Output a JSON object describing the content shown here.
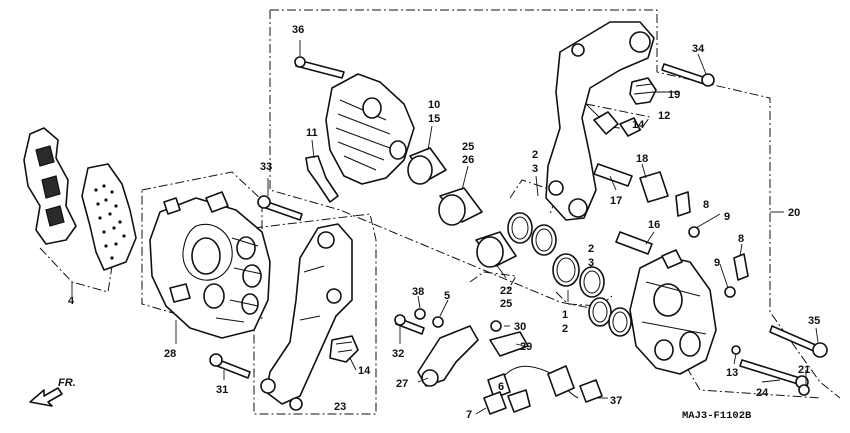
{
  "diagram": {
    "drawing_code": "MAJ3-F1102B",
    "direction_label": "FR.",
    "callouts": [
      "1",
      "2",
      "3",
      "4",
      "5",
      "6",
      "7",
      "8",
      "9",
      "10",
      "11",
      "12",
      "13",
      "14",
      "15",
      "16",
      "17",
      "18",
      "19",
      "20",
      "21",
      "22",
      "23",
      "24",
      "25",
      "26",
      "27",
      "28",
      "29",
      "30",
      "31",
      "32",
      "33",
      "34",
      "35",
      "36",
      "37",
      "38"
    ],
    "parts": {
      "front_brake_pads": "brake-pad-pair",
      "left_caliper_body": "caliper-body-left",
      "left_caliper_bracket": "caliper-bracket-left",
      "pad_spring": "pad-spring",
      "caliper_pistons": "piston-set",
      "seals": "piston-seal-set",
      "right_caliper_body": "caliper-body-right",
      "right_caliper_bracket": "caliper-bracket-right",
      "speed_sensor": "speed-sensor",
      "bolts": "bolt-set"
    }
  }
}
